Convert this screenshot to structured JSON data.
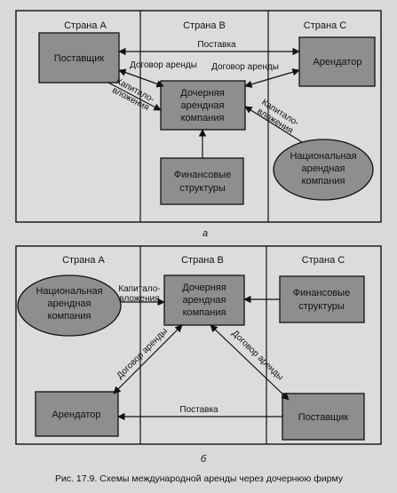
{
  "diagram_a": {
    "columns": [
      "Страна A",
      "Страна B",
      "Страна C"
    ],
    "nodes": {
      "supplier": "Поставщик",
      "subsidiary": [
        "Дочерняя",
        "арендная",
        "компания"
      ],
      "lessee": "Арендатор",
      "finance": [
        "Финансовые",
        "структуры"
      ],
      "national": [
        "Национальная",
        "арендная",
        "компания"
      ]
    },
    "edges": {
      "delivery": "Поставка",
      "lease_left": "Договор аренды",
      "lease_right": "Договор аренды",
      "capital_left": [
        "Капитало-",
        "вложения"
      ],
      "capital_right": [
        "Капитало-",
        "вложения"
      ]
    },
    "caption": "а"
  },
  "diagram_b": {
    "columns": [
      "Страна A",
      "Страна B",
      "Страна C"
    ],
    "nodes": {
      "national": [
        "Национальная",
        "арендная",
        "компания"
      ],
      "subsidiary": [
        "Дочерняя",
        "арендная",
        "компания"
      ],
      "finance": [
        "Финансовые",
        "структуры"
      ],
      "lessee": "Арендатор",
      "supplier": "Поставщик"
    },
    "edges": {
      "capital": [
        "Капитало-",
        "вложения"
      ],
      "lease_left": "Договор аренды",
      "lease_right": "Договор аренды",
      "delivery": "Поставка"
    },
    "caption": "б"
  },
  "figure_caption": "Рис. 17.9. Схемы международной аренды через дочернюю фирму",
  "colors": {
    "box_fill": "#8e8e8c",
    "page_bg": "#d9d9d7",
    "frame_bg": "#dcdcda",
    "stroke": "#111111"
  }
}
